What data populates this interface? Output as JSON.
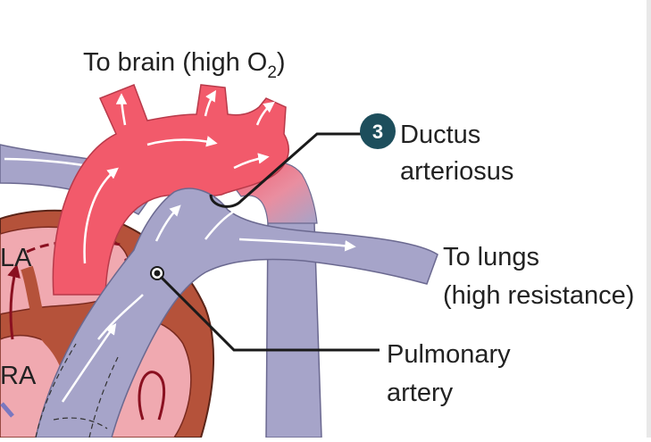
{
  "labels": {
    "to_brain": "To brain (high O",
    "to_brain_sub": "2",
    "to_brain_close": ")",
    "ductus_line1": "Ductus",
    "ductus_line2": "arteriosus",
    "badge_number": "3",
    "to_lungs_line1": "To lungs",
    "to_lungs_line2": "(high resistance)",
    "pulmonary_line1": "Pulmonary",
    "pulmonary_line2": "artery",
    "la": "LA",
    "ra": "RA"
  },
  "colors": {
    "aorta": "#f25a6b",
    "pulmonary": "#a6a4c9",
    "heart_muscle": "#b5523a",
    "heart_chamber": "#f0a9b0",
    "flow_arrow": "#ffffff",
    "deoxy_arrow": "#8a1020",
    "badge": "#1d4e5c",
    "leader_line": "#1a1a1a"
  },
  "icons": {
    "badge": "step-number-badge",
    "arrows": "blood-flow-arrow"
  }
}
